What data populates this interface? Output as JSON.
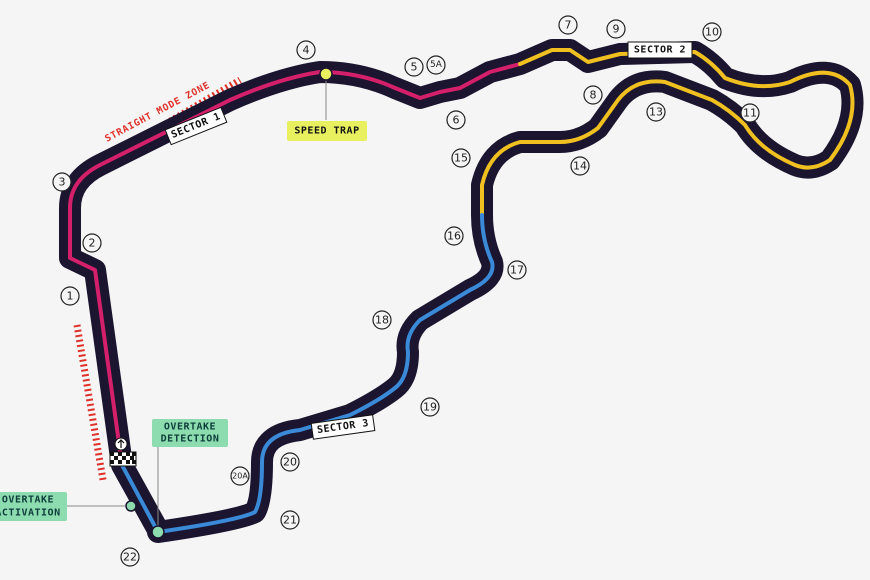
{
  "colors": {
    "background": "#f5f5f5",
    "track": "#1b1530",
    "sector1": "#d4206a",
    "sector2": "#f0c020",
    "sector3": "#3a8ad8",
    "straight_mode_zone": "#e0302a",
    "overtake_box": "#8ddcb0",
    "speed_trap_box": "#e8f060"
  },
  "sectors": {
    "s1": "SECTOR 1",
    "s2": "SECTOR 2",
    "s3": "SECTOR 3"
  },
  "labels": {
    "speed_trap": "SPEED TRAP",
    "straight_mode_zone": "STRAIGHT MODE ZONE",
    "overtake_detection_line1": "OVERTAKE",
    "overtake_detection_line2": "DETECTION",
    "overtake_activation_line1": "OVERTAKE",
    "overtake_activation_line2": "ACTIVATION"
  },
  "turns": [
    "1",
    "2",
    "3",
    "4",
    "5",
    "5A",
    "6",
    "7",
    "8",
    "9",
    "10",
    "11",
    "13",
    "14",
    "15",
    "16",
    "17",
    "18",
    "19",
    "20",
    "20A",
    "21",
    "22"
  ],
  "icons": {
    "start_arrow": "up-arrow-icon",
    "start_finish": "checkered-flag-icon"
  }
}
